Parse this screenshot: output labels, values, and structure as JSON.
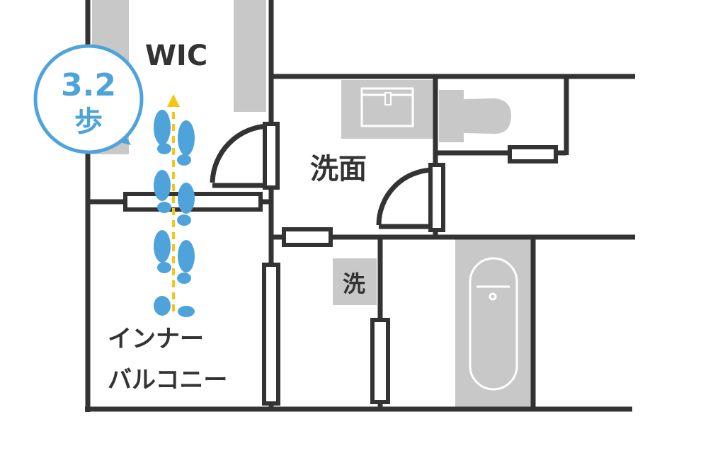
{
  "rooms": {
    "wic": "WIC",
    "washroom": "洗面",
    "washer": "洗",
    "balcony_line1": "インナー",
    "balcony_line2": "バルコニー"
  },
  "badge": {
    "steps": "3.2",
    "unit": "歩"
  },
  "colors": {
    "wall": "#333333",
    "fixture": "#c8c8c8",
    "accent": "#4fa3db",
    "arrow": "#f5c518"
  }
}
